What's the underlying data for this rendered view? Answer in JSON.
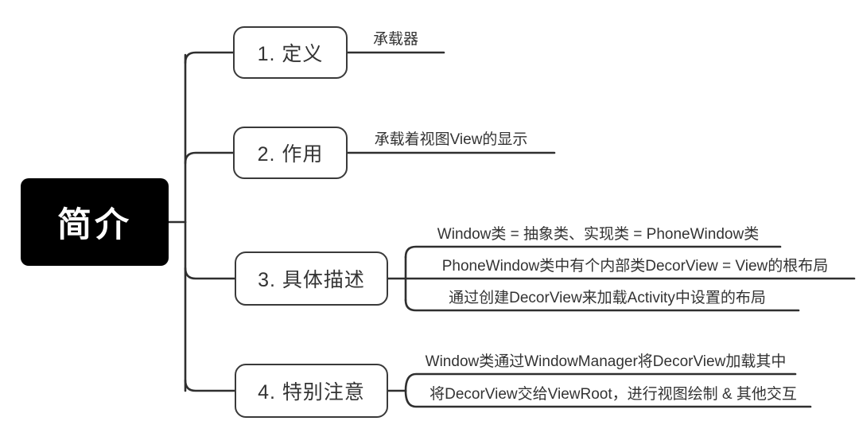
{
  "diagram": {
    "type": "mind-map",
    "title": "简介",
    "orientation": "left-to-right",
    "root": {
      "label": "简介",
      "style": {
        "fill": "#000000",
        "text_color": "#ffffff"
      }
    },
    "colors": {
      "line": "#2f2f2f",
      "node_border": "#3a3a3a",
      "node_fill": "#ffffff",
      "text": "#333333",
      "root_fill": "#000000",
      "root_text": "#ffffff",
      "background": "#ffffff"
    },
    "branches": [
      {
        "label": "1. 定义",
        "leaves": [
          "承载器"
        ]
      },
      {
        "label": "2. 作用",
        "leaves": [
          "承载着视图View的显示"
        ]
      },
      {
        "label": "3. 具体描述",
        "leaves": [
          "Window类 = 抽象类、实现类 = PhoneWindow类",
          "PhoneWindow类中有个内部类DecorView = View的根布局",
          "通过创建DecorView来加载Activity中设置的布局"
        ]
      },
      {
        "label": "4. 特别注意",
        "leaves": [
          "Window类通过WindowManager将DecorView加载其中",
          "将DecorView交给ViewRoot，进行视图绘制 & 其他交互"
        ]
      }
    ]
  }
}
